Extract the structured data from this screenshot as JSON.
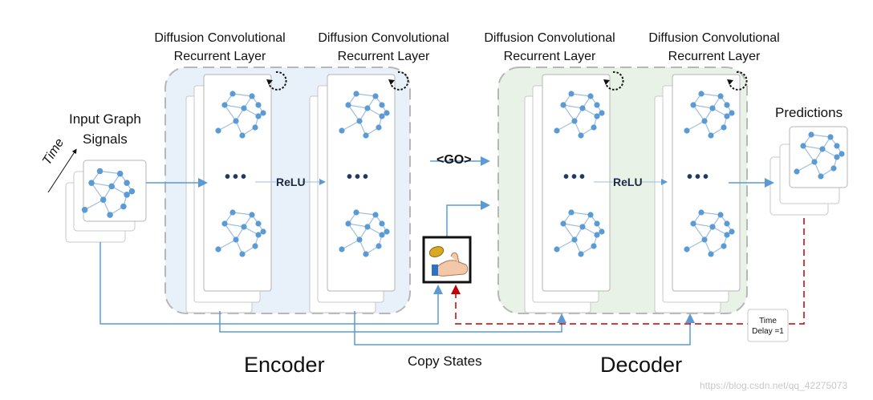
{
  "layer_titles": [
    [
      "Diffusion Convolutional",
      "Recurrent Layer"
    ],
    [
      "Diffusion Convolutional",
      "Recurrent Layer"
    ],
    [
      "Diffusion Convolutional",
      "Recurrent Layer"
    ],
    [
      "Diffusion Convolutional",
      "Recurrent Layer"
    ]
  ],
  "input": {
    "line1": "Input Graph",
    "line2": "Signals",
    "time": "Time"
  },
  "relu_label": "ReLU",
  "ellipsis": "•••",
  "go_token": "<GO>",
  "predictions": "Predictions",
  "time_delay": {
    "line1": "Time",
    "line2": "Delay =1"
  },
  "encoder": "Encoder",
  "decoder": "Decoder",
  "copy_states": "Copy States",
  "watermark": "https://blog.csdn.net/qq_42275073",
  "colors": {
    "encoder_bg": "#e8f0f9",
    "decoder_bg": "#e9f2e6",
    "arrow": "#5b9bd5",
    "node": "#5b9bd5",
    "delay": "#c00000"
  }
}
